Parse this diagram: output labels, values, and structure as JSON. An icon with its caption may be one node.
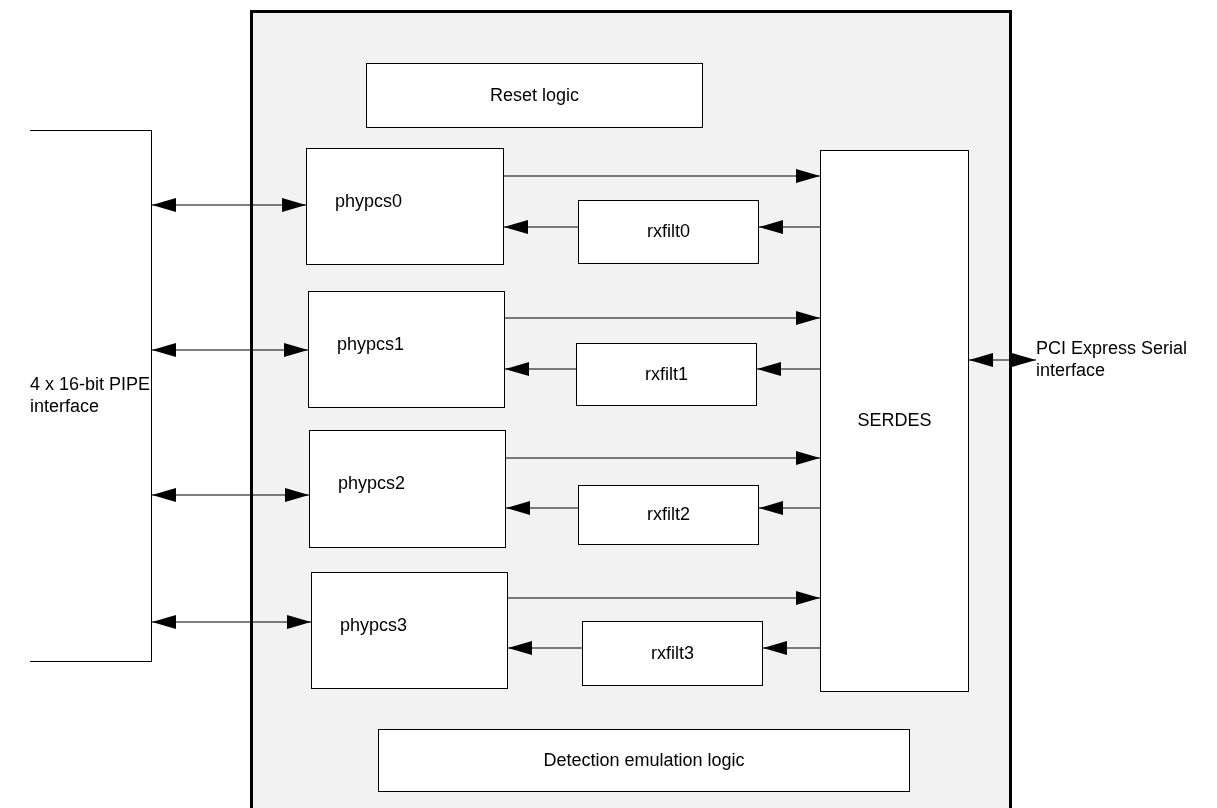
{
  "diagram": {
    "nodes": [
      {
        "text": [],
        "shape": "box"
      },
      {
        "text": [
          "Reset logic"
        ],
        "in": 0
      },
      {
        "text": [
          "phypcs0"
        ],
        "in": 0
      },
      {
        "text": [
          "rxfilt0"
        ],
        "in": 0
      },
      {
        "text": [
          "phypcs1"
        ],
        "in": 0
      },
      {
        "text": [
          "rxfilt1"
        ],
        "in": 0
      },
      {
        "text": [
          "phypcs2"
        ],
        "in": 0
      },
      {
        "text": [
          "rxfilt2"
        ],
        "in": 0
      },
      {
        "text": [
          "phypcs3"
        ],
        "in": 0
      },
      {
        "text": [
          "rxfilt3"
        ],
        "in": 0
      },
      {
        "text": [
          "SERDES"
        ],
        "in": 0
      },
      {
        "text": [
          "Detection emulation logic"
        ],
        "in": 0
      },
      {
        "text": [
          "4 x 16-bit PIPE interface"
        ]
      },
      {
        "text": [
          "PCI Express Serial interface"
        ]
      }
    ],
    "edges": [
      {
        "from": 12,
        "to": 2,
        "arrow": "both"
      },
      {
        "from": 2,
        "to": 10,
        "arrow": "to"
      },
      {
        "from": 10,
        "to": 3,
        "arrow": "to"
      },
      {
        "from": 3,
        "to": 2,
        "arrow": "to"
      },
      {
        "from": 12,
        "to": 4,
        "arrow": "both"
      },
      {
        "from": 4,
        "to": 10,
        "arrow": "to"
      },
      {
        "from": 10,
        "to": 5,
        "arrow": "to"
      },
      {
        "from": 5,
        "to": 4,
        "arrow": "to"
      },
      {
        "from": 12,
        "to": 6,
        "arrow": "both"
      },
      {
        "from": 6,
        "to": 10,
        "arrow": "to"
      },
      {
        "from": 10,
        "to": 7,
        "arrow": "to"
      },
      {
        "from": 7,
        "to": 6,
        "arrow": "to"
      },
      {
        "from": 12,
        "to": 8,
        "arrow": "both"
      },
      {
        "from": 8,
        "to": 10,
        "arrow": "to"
      },
      {
        "from": 10,
        "to": 9,
        "arrow": "to"
      },
      {
        "from": 9,
        "to": 8,
        "arrow": "to"
      },
      {
        "from": 10,
        "to": 13,
        "arrow": "both"
      }
    ]
  }
}
